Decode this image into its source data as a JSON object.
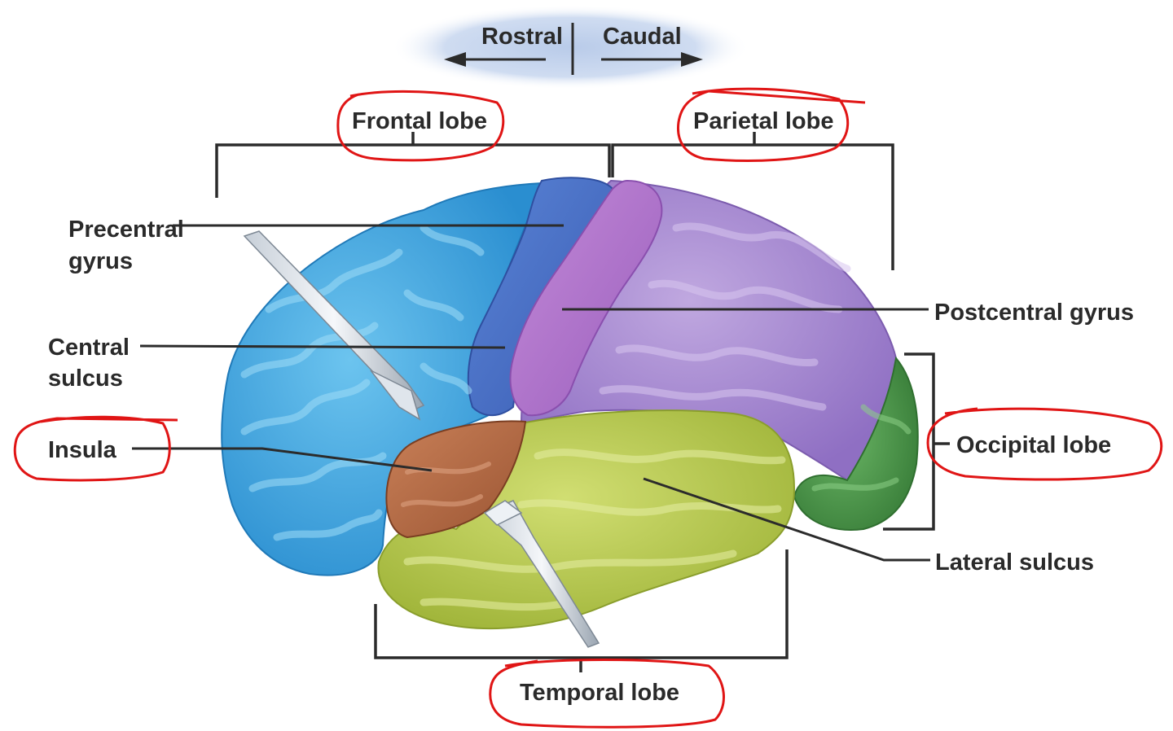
{
  "orientation": {
    "rostral": "Rostral",
    "caudal": "Caudal"
  },
  "lobes": {
    "frontal": "Frontal lobe",
    "parietal": "Parietal lobe",
    "occipital": "Occipital lobe",
    "temporal": "Temporal lobe"
  },
  "structures": {
    "precentral_line1": "Precentral",
    "precentral_line2": "gyrus",
    "central_line1": "Central",
    "central_line2": "sulcus",
    "insula": "Insula",
    "postcentral": "Postcentral gyrus",
    "lateral_sulcus": "Lateral sulcus"
  },
  "colors": {
    "frontal": "#3fa3dd",
    "precentral": "#4a73c9",
    "postcentral": "#b176cc",
    "parietal": "#a488cf",
    "occipital": "#4c9a4a",
    "temporal": "#b5c846",
    "insula": "#b36b45",
    "highlight_circle": "#e01515"
  }
}
